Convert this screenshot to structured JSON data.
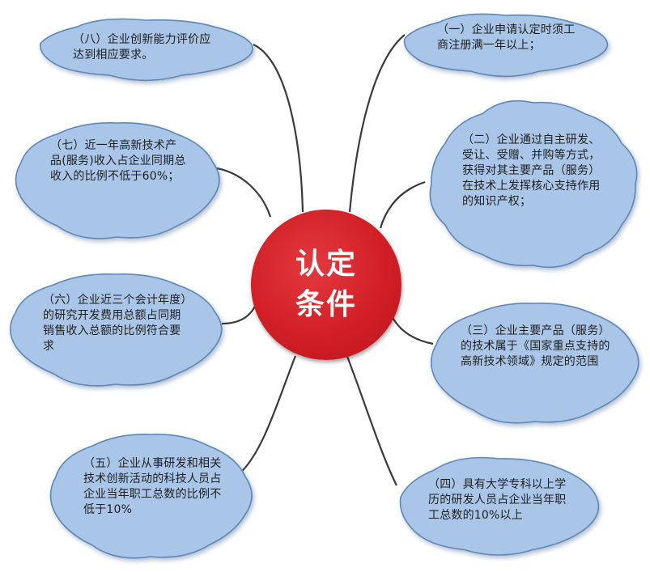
{
  "center": {
    "title": "认定条件"
  },
  "colors": {
    "center_fill": "#d21f27",
    "cloud_fill": "#a9c6e8",
    "cloud_stroke": "#5f87b8",
    "connector": "#3a3a3a"
  },
  "conditions": [
    {
      "id": "c1",
      "text": "（一）企业申请认定时须工商注册满一年以上；"
    },
    {
      "id": "c2",
      "text": "（二）企业通过自主研发、受让、受赠、并购等方式，获得对其主要产品（服务）在技术上发挥核心支持作用的知识产权；"
    },
    {
      "id": "c3",
      "text": "（三）企业主要产品（服务）的技术属于《国家重点支持的高新技术领域》规定的范围"
    },
    {
      "id": "c4",
      "text": "（四）具有大学专科以上学历的研发人员占企业当年职工总数的10%以上"
    },
    {
      "id": "c5",
      "text": "（五）企业从事研发和相关技术创新活动的科技人员占企业当年职工总数的比例不低于10%"
    },
    {
      "id": "c6",
      "text": "（六）企业近三个会计年度）的研究开发费用总额占同期销售收入总额的比例符合要求"
    },
    {
      "id": "c7",
      "text": "（七）近一年高新技术产品(服务)收入占企业同期总收入的比例不低于60%；"
    },
    {
      "id": "c8",
      "text": "（八）企业创新能力评价应达到相应要求。"
    }
  ]
}
